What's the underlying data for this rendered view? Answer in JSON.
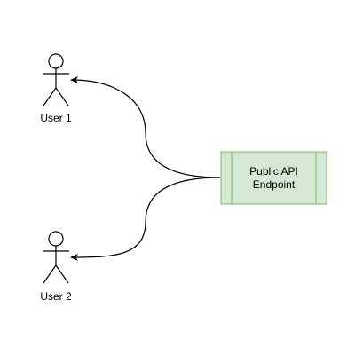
{
  "actors": [
    {
      "id": "user-1",
      "label": "User 1"
    },
    {
      "id": "user-2",
      "label": "User 2"
    }
  ],
  "process": {
    "label": "Public API\nEndpoint",
    "fill": "#d5e8d4",
    "stroke": "#82b366"
  },
  "connectors": [
    {
      "from": "process",
      "to": "user-1",
      "style": "curved-arrow"
    },
    {
      "from": "process",
      "to": "user-2",
      "style": "curved-arrow"
    }
  ],
  "colors": {
    "line": "#000000",
    "background": "#ffffff"
  }
}
